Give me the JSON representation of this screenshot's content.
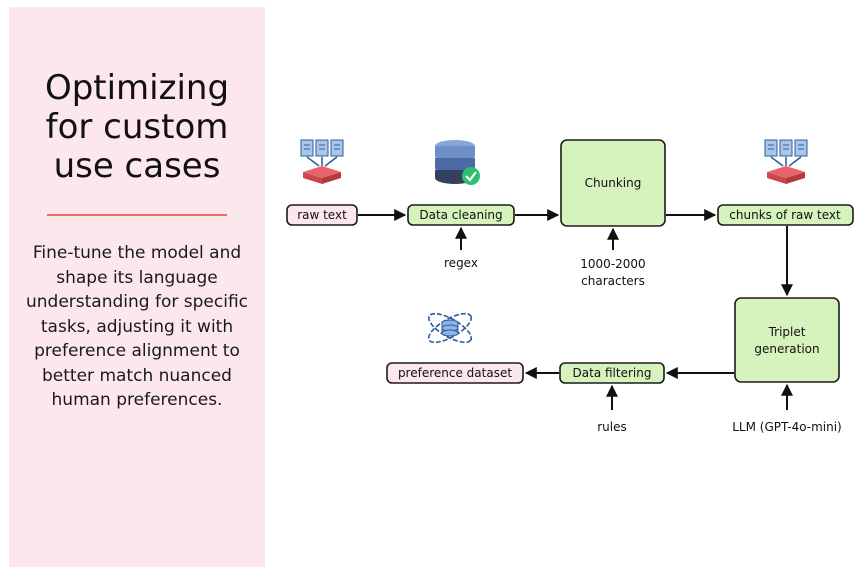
{
  "sidebar": {
    "title_lines": [
      "Optimizing",
      "for custom",
      "use cases"
    ],
    "description": "Fine-tune the model and shape its language understanding for specific tasks, adjusting it with preference alignment to better match nuanced human preferences.",
    "accent_color": "#e8705a",
    "background_color": "#fbe7ec"
  },
  "diagram": {
    "nodes": {
      "raw_text": "raw text",
      "data_cleaning": "Data cleaning",
      "chunking": "Chunking",
      "chunks_raw_text": "chunks of raw text",
      "triplet_generation_line1": "Triplet",
      "triplet_generation_line2": "generation",
      "data_filtering": "Data filtering",
      "preference_dataset": "preference dataset"
    },
    "inputs": {
      "regex": "regex",
      "chunk_size_line1": "1000-2000",
      "chunk_size_line2": "characters",
      "llm": "LLM (GPT-4o-mini)",
      "rules": "rules"
    },
    "colors": {
      "process_node": "#d6f2bd",
      "data_node": "#fbe7ec"
    },
    "icons": [
      "documents-to-tray-icon",
      "database-check-icon",
      "documents-to-tray-icon",
      "atom-database-icon"
    ]
  }
}
